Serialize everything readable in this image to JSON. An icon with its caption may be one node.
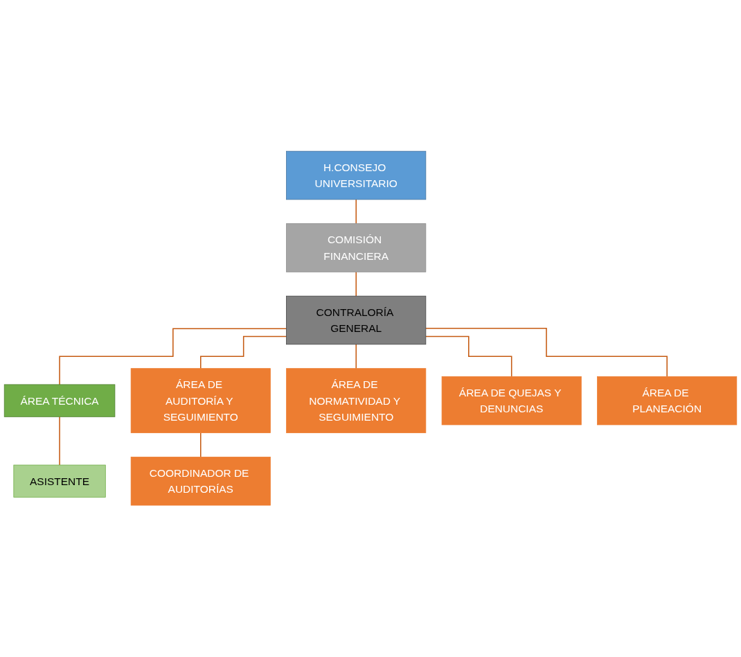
{
  "diagram": {
    "nodes": [
      {
        "text": [
          "H.CONSEJO UNIVERSITARIO"
        ]
      },
      {
        "text": [
          "COMISIÓN FINANCIERA"
        ]
      },
      {
        "text": [
          "CONTRALORÍA GENERAL"
        ]
      },
      {
        "text": [
          "ÁREA TÉCNICA"
        ]
      },
      {
        "text": [
          "ASISTENTE"
        ]
      },
      {
        "text": [
          "ÁREA DE AUDITORÍA Y SEGUIMIENTO"
        ]
      },
      {
        "text": [
          "ÁREA DE NORMATIVIDAD Y SEGUIMIENTO"
        ]
      },
      {
        "text": [
          "ÁREA DE QUEJAS Y DENUNCIAS"
        ]
      },
      {
        "text": [
          "ÁREA DE PLANEACIÓN"
        ]
      },
      {
        "text": [
          "COORDINADOR DE AUDITORÍAS"
        ]
      }
    ],
    "edges": [
      {
        "from": 0,
        "to": 1,
        "arrow": "none"
      },
      {
        "from": 1,
        "to": 2,
        "arrow": "none"
      },
      {
        "from": 2,
        "to": 3,
        "arrow": "none"
      },
      {
        "from": 3,
        "to": 4,
        "arrow": "none"
      },
      {
        "from": 2,
        "to": 5,
        "arrow": "none"
      },
      {
        "from": 2,
        "to": 6,
        "arrow": "none"
      },
      {
        "from": 2,
        "to": 7,
        "arrow": "none"
      },
      {
        "from": 2,
        "to": 8,
        "arrow": "none"
      },
      {
        "from": 5,
        "to": 9,
        "arrow": "none"
      }
    ]
  }
}
